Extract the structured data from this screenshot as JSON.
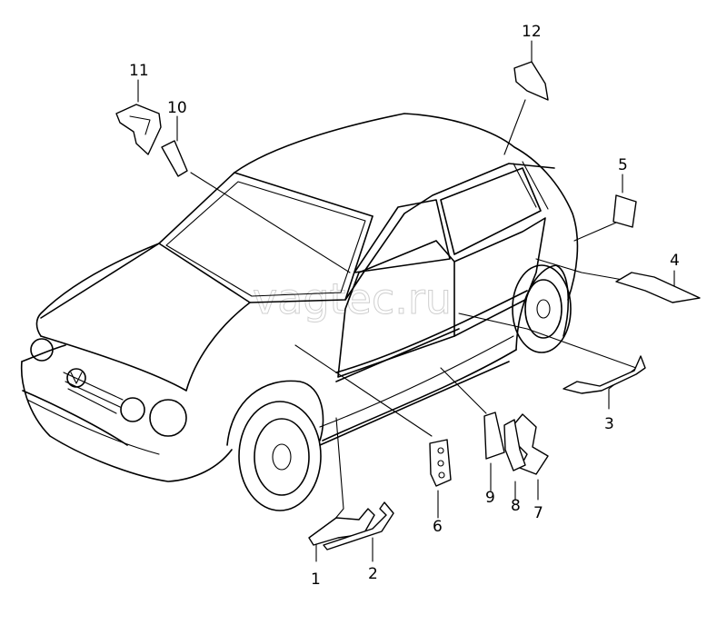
{
  "watermark": "vagtec.ru",
  "callouts": {
    "c1": "1",
    "c2": "2",
    "c3": "3",
    "c4": "4",
    "c5": "5",
    "c6": "6",
    "c7": "7",
    "c8": "8",
    "c9": "9",
    "c10": "10",
    "c11": "11",
    "c12": "12"
  }
}
